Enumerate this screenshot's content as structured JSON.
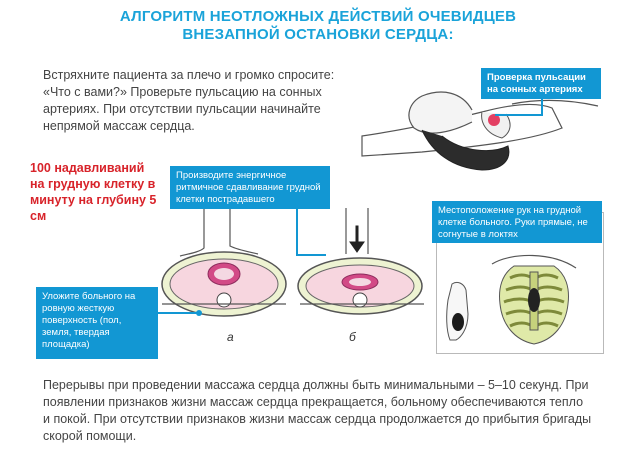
{
  "title": {
    "line1": "АЛГОРИТМ НЕОТЛОЖНЫХ ДЕЙСТВИЙ ОЧЕВИДЦЕВ",
    "line2": "ВНЕЗАПНОЙ ОСТАНОВКИ СЕРДЦА:"
  },
  "intro": "Встряхните пациента за плечо и громко спросите: «Что с вами?» Проверьте пульсацию на сонных артериях. При отсутствии пульсации начинайте непрямой массаж сердца.",
  "compressions": "100 надавливаний на грудную клетку в минуту на глубину 5 см",
  "callouts": {
    "pulse_check": "Проверка пульсации на сонных артериях",
    "compress": "Производите энергичное ритмичное сдавливание грудной клетки пострадавшего",
    "hands_position": "Местоположение рук на грудной клетке больного. Руки прямые, не согнутые в локтях",
    "surface": "Уложите больного на ровную жесткую поверхность (пол, земля, твердая площадка)"
  },
  "labels": {
    "a": "а",
    "b": "б"
  },
  "bottom": "Перерывы при проведении массажа сердца должны быть минимальными – 5–10 секунд. При появлении признаков жизни массаж сердца прекращается, больному обеспечиваются тепло и покой. При отсутствии признаков жизни массаж сердца продолжается до прибытия бригады скорой помощи.",
  "colors": {
    "title": "#1aa3d9",
    "callout": "#1297d3",
    "accent_red": "#d8232a"
  }
}
